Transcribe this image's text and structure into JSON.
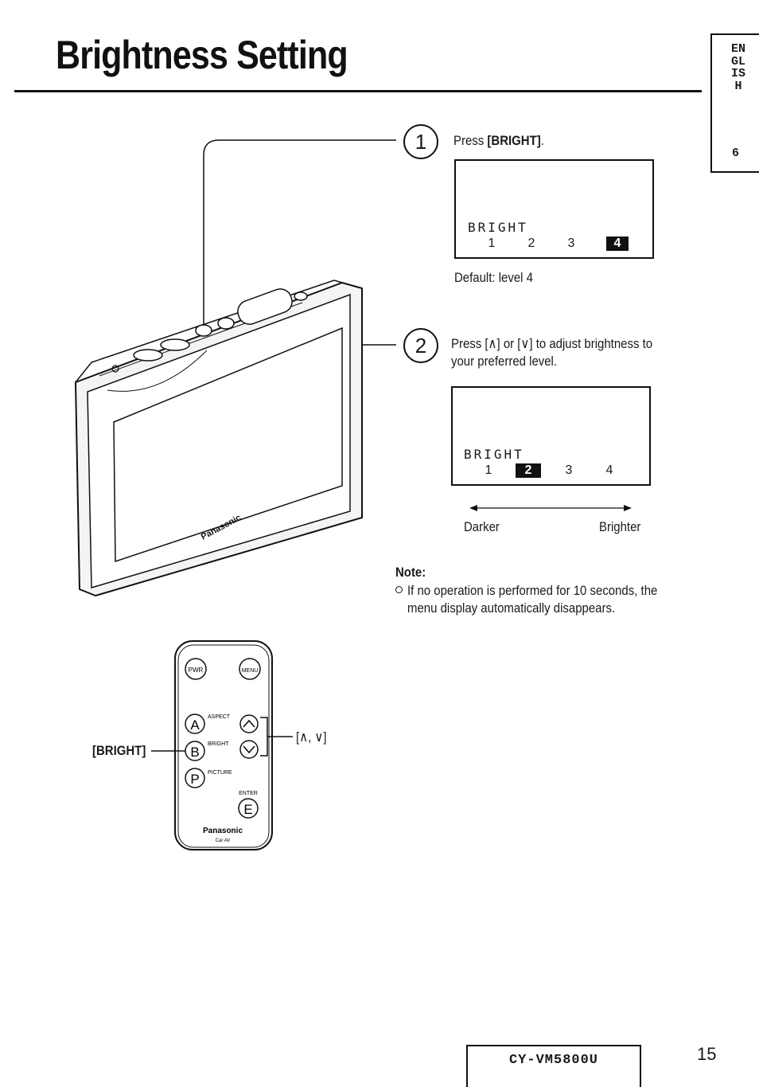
{
  "page": {
    "title": "Brightness Setting",
    "language_tab": "ENGLISH",
    "language_tab_number": "6",
    "page_number": "15",
    "model": "CY-VM5800U"
  },
  "step1": {
    "number": "1",
    "instruction_prefix": "Press ",
    "instruction_key": "[BRIGHT]",
    "instruction_suffix": ".",
    "osd_label": "BRIGHT",
    "levels": [
      "1",
      "2",
      "3",
      "4"
    ],
    "selected_level": 4,
    "default_text": "Default: level 4"
  },
  "step2": {
    "number": "2",
    "instruction_line1": "Press [∧] or [∨] to adjust brightness to",
    "instruction_line2": "your preferred level.",
    "osd_label": "BRIGHT",
    "levels": [
      "1",
      "2",
      "3",
      "4"
    ],
    "selected_level": 2,
    "darker": "Darker",
    "brighter": "Brighter"
  },
  "note": {
    "title": "Note:",
    "line1": "If no operation is performed for 10 seconds, the",
    "line2": "menu display automatically disappears."
  },
  "remote": {
    "bright_callout": "[BRIGHT]",
    "arrows_callout": "[∧, ∨]",
    "btn_pwr": "PWR",
    "btn_menu": "MENU",
    "btn_a": "A",
    "btn_b": "B",
    "btn_p": "P",
    "btn_e": "E",
    "label_aspect": "ASPECT",
    "label_bright": "BRIGHT",
    "label_picture": "PICTURE",
    "label_enter": "ENTER",
    "brand": "Panasonic",
    "sub_brand": "Car AV"
  },
  "monitor": {
    "brand": "Panasonic"
  }
}
